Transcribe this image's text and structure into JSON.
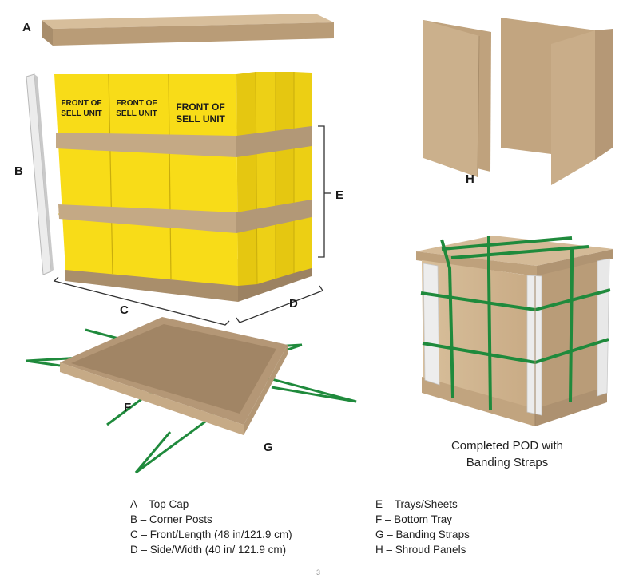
{
  "labels": {
    "a": "A",
    "b": "B",
    "c": "C",
    "d": "D",
    "e": "E",
    "f": "F",
    "g": "G",
    "h": "H"
  },
  "unit_faces": [
    {
      "line1": "FRONT OF",
      "line2": "SELL UNIT"
    },
    {
      "line1": "FRONT OF",
      "line2": "SELL UNIT"
    },
    {
      "line1": "FRONT OF",
      "line2": "SELL UNIT"
    }
  ],
  "completed_caption": {
    "line1": "Completed POD with",
    "line2": "Banding Straps"
  },
  "legend": {
    "left": [
      "A – Top Cap",
      "B – Corner Posts",
      "C – Front/Length (48 in/121.9 cm)",
      "D – Side/Width (40 in/ 121.9 cm)"
    ],
    "right": [
      "E – Trays/Sheets",
      "F – Bottom Tray",
      "G – Banding Straps",
      "H – Shroud Panels"
    ]
  },
  "page_number": "3",
  "colors": {
    "cardboard": "#c9ad89",
    "cardboard_dark": "#a88d6b",
    "sell_unit_yellow": "#f7dc1a",
    "strap_green": "#1f8a3c",
    "corner_post": "#e6e6e6"
  }
}
